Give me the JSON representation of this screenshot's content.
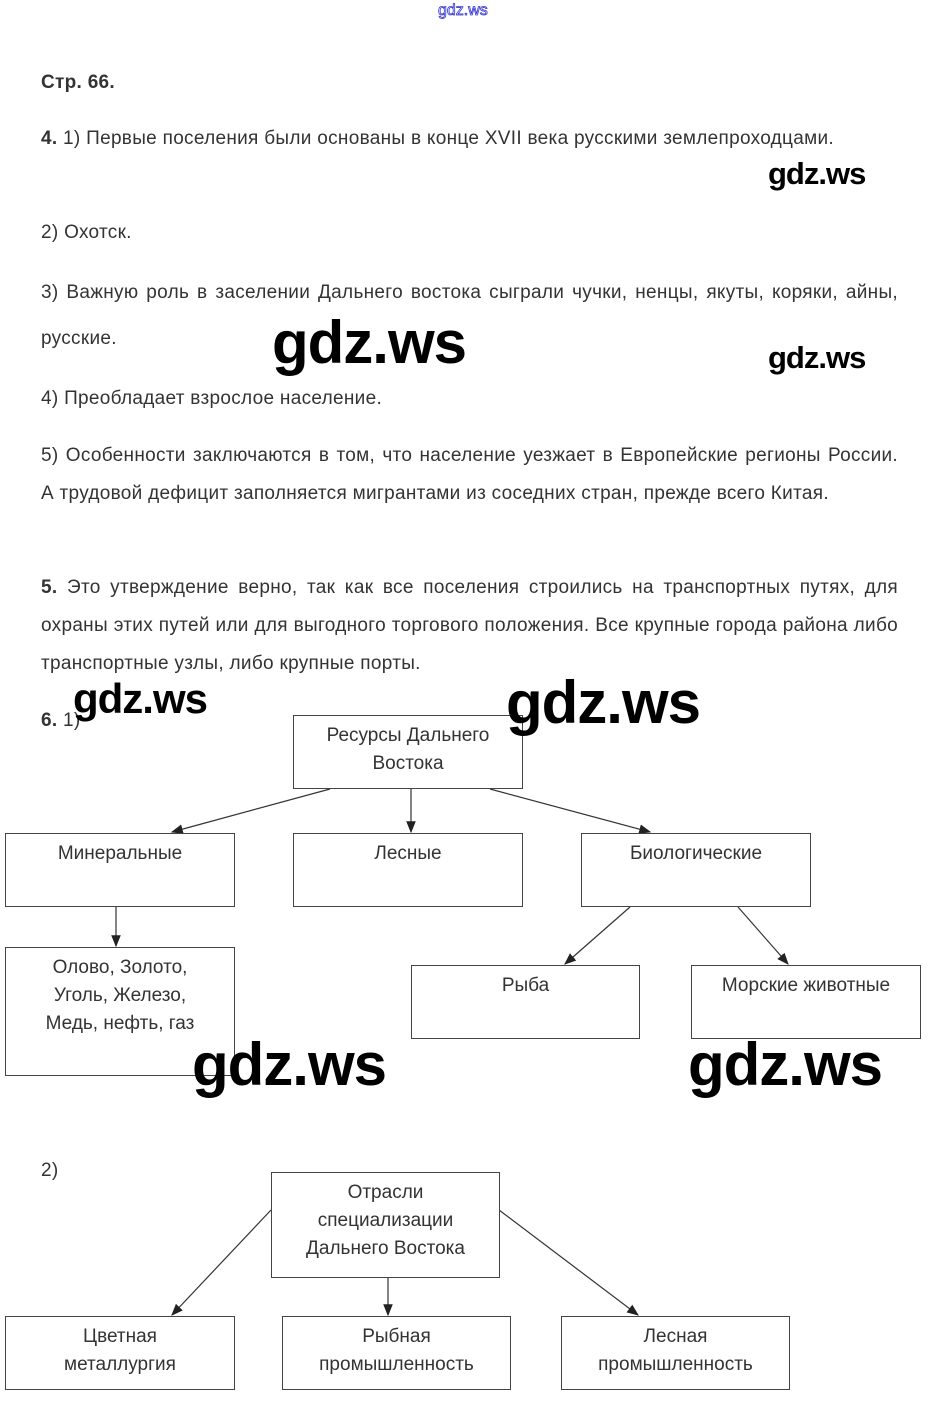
{
  "header_watermark": "gdz.ws",
  "page_ref": "Стр. 66.",
  "q4": {
    "num": "4.",
    "items": [
      "1) Первые поселения были основаны в конце XVII века русскими землепроходцами.",
      "2) Охотск.",
      "3) Важную роль в заселении Дальнего востока сыграли чучки, ненцы, якуты, коряки, айны, русские.",
      "4) Преобладает взрослое население.",
      "5) Особенности заключаются в том, что население уезжает в Европейские регионы России. А трудовой дефицит заполняется мигрантами из соседних стран, прежде всего Китая."
    ]
  },
  "q5": {
    "num": "5.",
    "text": "Это утверждение верно, так как все поселения строились на транспортных путях, для охраны этих путей или для выгодного торгового положения. Все крупные города района либо транспортные узлы, либо крупные порты."
  },
  "q6": {
    "num": "6.",
    "part1": "1)",
    "part2": "2)",
    "diagram1": {
      "root": "Ресурсы Дальнего Востока",
      "mineral": "Минеральные",
      "forest": "Лесные",
      "bio": "Биологические",
      "mineral_list": "Олово, Золото, Уголь, Железо, Медь, нефть, газ",
      "fish": "Рыба",
      "sea_animals": "Морские животные"
    },
    "diagram2": {
      "root": "Отрасли специализации Дальнего Востока",
      "children": [
        "Цветная металлургия",
        "Рыбная промышленность",
        "Лесная промышленность"
      ]
    }
  },
  "watermark": "gdz.ws"
}
